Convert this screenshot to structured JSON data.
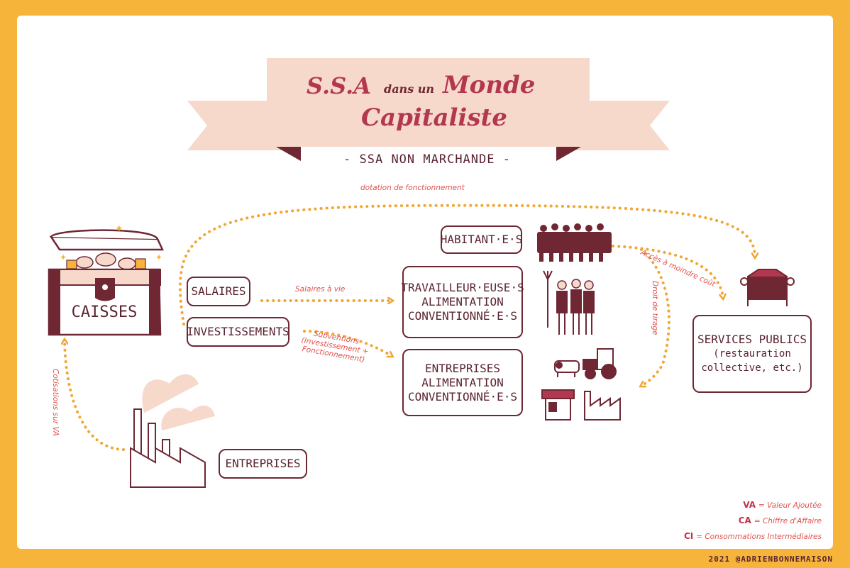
{
  "title": {
    "part1": "S.S.A",
    "part2": "dans un",
    "part3": "Monde",
    "part4": "Capitaliste",
    "subtitle": "- SSA NON MARCHANDE -"
  },
  "nodes": {
    "caisses": "CAISSES",
    "salaires": "SALAIRES",
    "investissements": "INVESTISSEMENTS",
    "habitants": "HABITANT·E·S",
    "travailleurs": [
      "TRAVAILLEUR·EUSE·S",
      "ALIMENTATION",
      "CONVENTIONNÉ·E·S"
    ],
    "entreprises_conv": [
      "ENTREPRISES",
      "ALIMENTATION",
      "CONVENTIONNÉ·E·S"
    ],
    "services_publics": [
      "SERVICES PUBLICS",
      "(restauration",
      "collective, etc.)"
    ],
    "entreprises": "ENTREPRISES"
  },
  "flows": {
    "dotation": "dotation de fonctionnement",
    "salaires_vie": "Salaires à vie",
    "subventions": [
      "Subventions",
      "(Investissement +",
      "Fonctionnement)"
    ],
    "acces": "Accès à moindre coût",
    "droit": "Droit de tirage",
    "cotisations": "Cotisations sur VA"
  },
  "legend": [
    {
      "abbr": "VA",
      "text": "= Valeur Ajoutée"
    },
    {
      "abbr": "CA",
      "text": "= Chiffre d'Affaire"
    },
    {
      "abbr": "CI",
      "text": "= Consommations Intermédiaires"
    }
  ],
  "credit": "2021 @ADRIENBONNEMAISON",
  "colors": {
    "frame": "#f6b43a",
    "accent": "#b2384f",
    "arrow": "#f2a530",
    "ink": "#5a2430",
    "banner": "#f7d9cc"
  }
}
